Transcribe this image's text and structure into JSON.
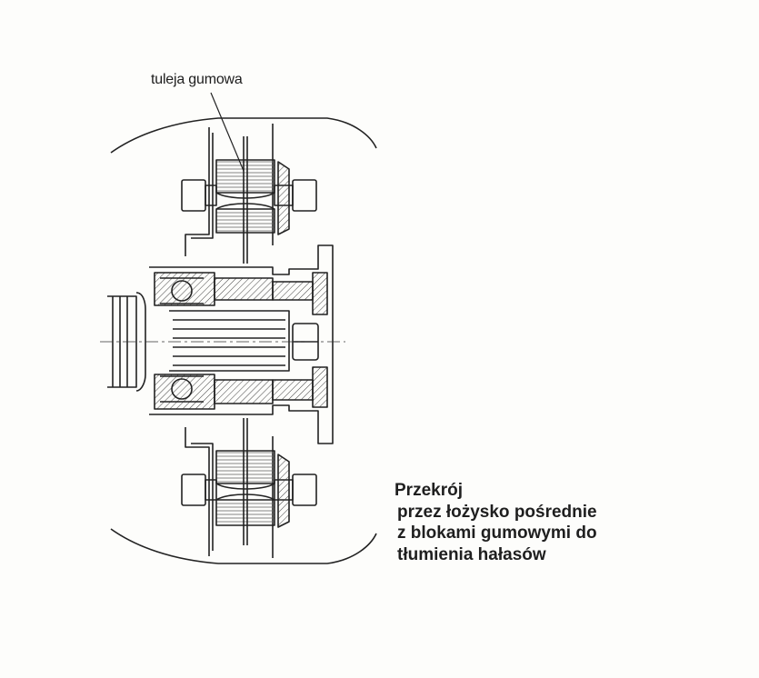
{
  "diagram": {
    "callout_label": "tuleja gumowa",
    "caption": {
      "line1": "Przekrój",
      "line2": "przez łożysko pośrednie",
      "line3": "z blokami gumowymi do",
      "line4": "tłumienia hałasów"
    }
  },
  "colors": {
    "ink": "#1f1f1f",
    "paper": "#fdfdfb",
    "hatch": "#555555"
  }
}
